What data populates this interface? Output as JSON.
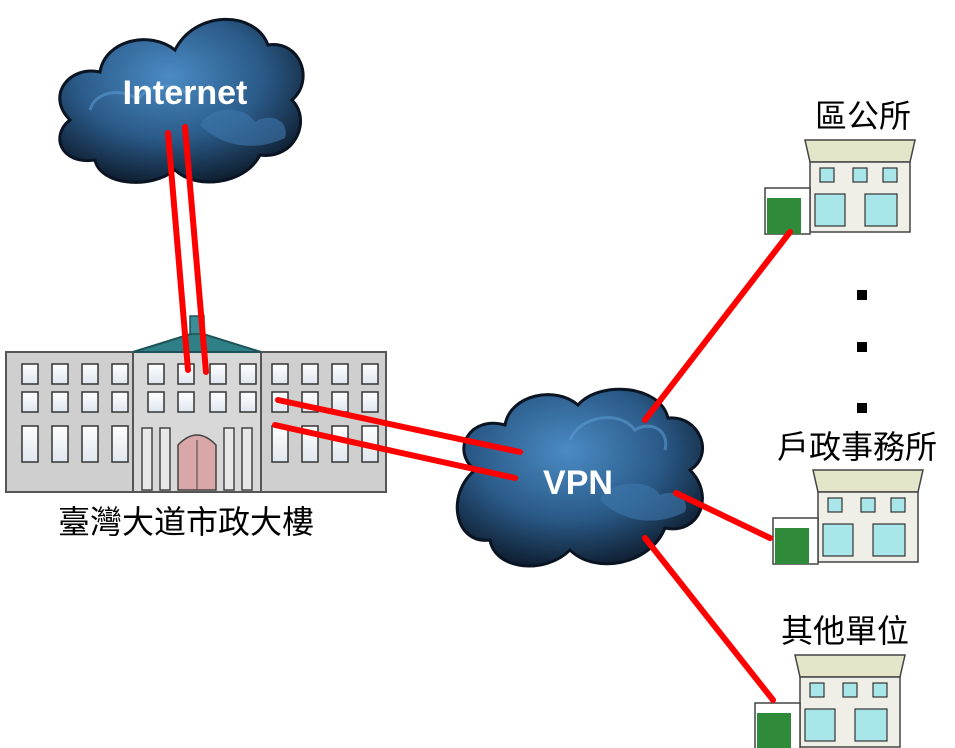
{
  "diagram": {
    "internet_label": "Internet",
    "vpn_label": "VPN",
    "city_hall_label": "臺灣大道市政大樓",
    "nodes": {
      "district_office": "區公所",
      "household_registration_office": "戶政事務所",
      "other_units": "其他單位"
    },
    "colors": {
      "link": "#ff0000",
      "cloud_dark": "#0f1c2e",
      "cloud_light": "#3d79b0",
      "building_gray": "#cfcfcf",
      "roof_teal": "#2f7f86",
      "house_green": "#2f8a3a"
    },
    "icons": [
      "internet-cloud-icon",
      "vpn-cloud-icon",
      "city-hall-building-icon",
      "house-icon"
    ]
  }
}
